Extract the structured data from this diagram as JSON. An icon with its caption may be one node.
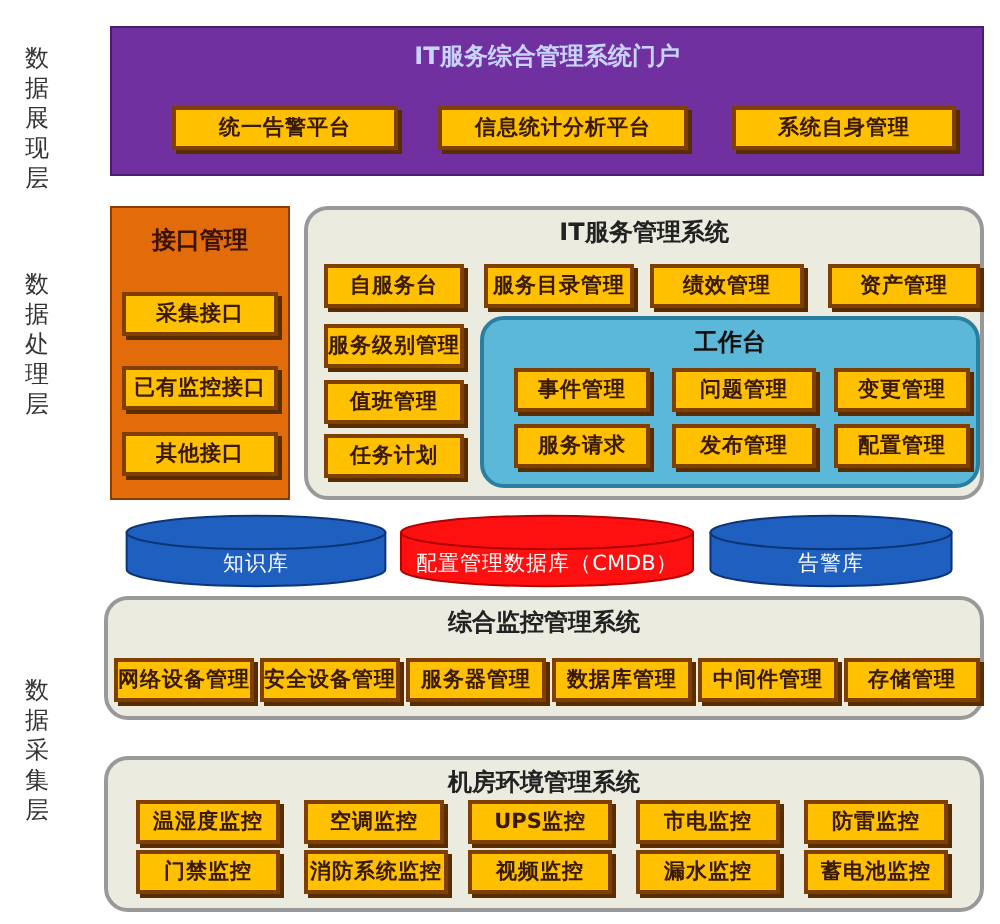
{
  "diagram": {
    "nodes": [
      {
        "text": [
          "IT服务综合管理系统门户"
        ]
      },
      {
        "text": [
          "统一告警平台"
        ],
        "in": 0
      },
      {
        "text": [
          "信息统计分析平台"
        ],
        "in": 0
      },
      {
        "text": [
          "系统自身管理"
        ],
        "in": 0
      },
      {
        "text": [
          "接口管理"
        ]
      },
      {
        "text": [
          "采集接口"
        ],
        "in": 4
      },
      {
        "text": [
          "已有监控接口"
        ],
        "in": 4
      },
      {
        "text": [
          "其他接口"
        ],
        "in": 4
      },
      {
        "text": [
          "IT服务管理系统"
        ]
      },
      {
        "text": [
          "自服务台"
        ],
        "in": 8
      },
      {
        "text": [
          "服务目录管理"
        ],
        "in": 8
      },
      {
        "text": [
          "绩效管理"
        ],
        "in": 8
      },
      {
        "text": [
          "资产管理"
        ],
        "in": 8
      },
      {
        "text": [
          "服务级别管理"
        ],
        "in": 8
      },
      {
        "text": [
          "值班管理"
        ],
        "in": 8
      },
      {
        "text": [
          "任务计划"
        ],
        "in": 8
      },
      {
        "text": [
          "工作台"
        ],
        "in": 8
      },
      {
        "text": [
          "事件管理"
        ],
        "in": 16
      },
      {
        "text": [
          "问题管理"
        ],
        "in": 16
      },
      {
        "text": [
          "变更管理"
        ],
        "in": 16
      },
      {
        "text": [
          "服务请求"
        ],
        "in": 16
      },
      {
        "text": [
          "发布管理"
        ],
        "in": 16
      },
      {
        "text": [
          "配置管理"
        ],
        "in": 16
      },
      {
        "text": [
          "知识库"
        ]
      },
      {
        "text": [
          "配置管理数据库（CMDB）"
        ]
      },
      {
        "text": [
          "告警库"
        ]
      },
      {
        "text": [
          "综合监控管理系统"
        ]
      },
      {
        "text": [
          "网络设备管理"
        ],
        "in": 26
      },
      {
        "text": [
          "安全设备管理"
        ],
        "in": 26
      },
      {
        "text": [
          "服务器管理"
        ],
        "in": 26
      },
      {
        "text": [
          "数据库管理"
        ],
        "in": 26
      },
      {
        "text": [
          "中间件管理"
        ],
        "in": 26
      },
      {
        "text": [
          "存储管理"
        ],
        "in": 26
      },
      {
        "text": [
          "机房环境管理系统"
        ]
      },
      {
        "text": [
          "温湿度监控"
        ],
        "in": 33
      },
      {
        "text": [
          "空调监控"
        ],
        "in": 33
      },
      {
        "text": [
          "UPS监控"
        ],
        "in": 33
      },
      {
        "text": [
          "市电监控"
        ],
        "in": 33
      },
      {
        "text": [
          "防雷监控"
        ],
        "in": 33
      },
      {
        "text": [
          "门禁监控"
        ],
        "in": 33
      },
      {
        "text": [
          "消防系统监控"
        ],
        "in": 33
      },
      {
        "text": [
          "视频监控"
        ],
        "in": 33
      },
      {
        "text": [
          "漏水监控"
        ],
        "in": 33
      },
      {
        "text": [
          "蓄电池监控"
        ],
        "in": 33
      }
    ],
    "labels": [
      "数据展现层",
      "数据处理层",
      "数据采集层"
    ]
  }
}
